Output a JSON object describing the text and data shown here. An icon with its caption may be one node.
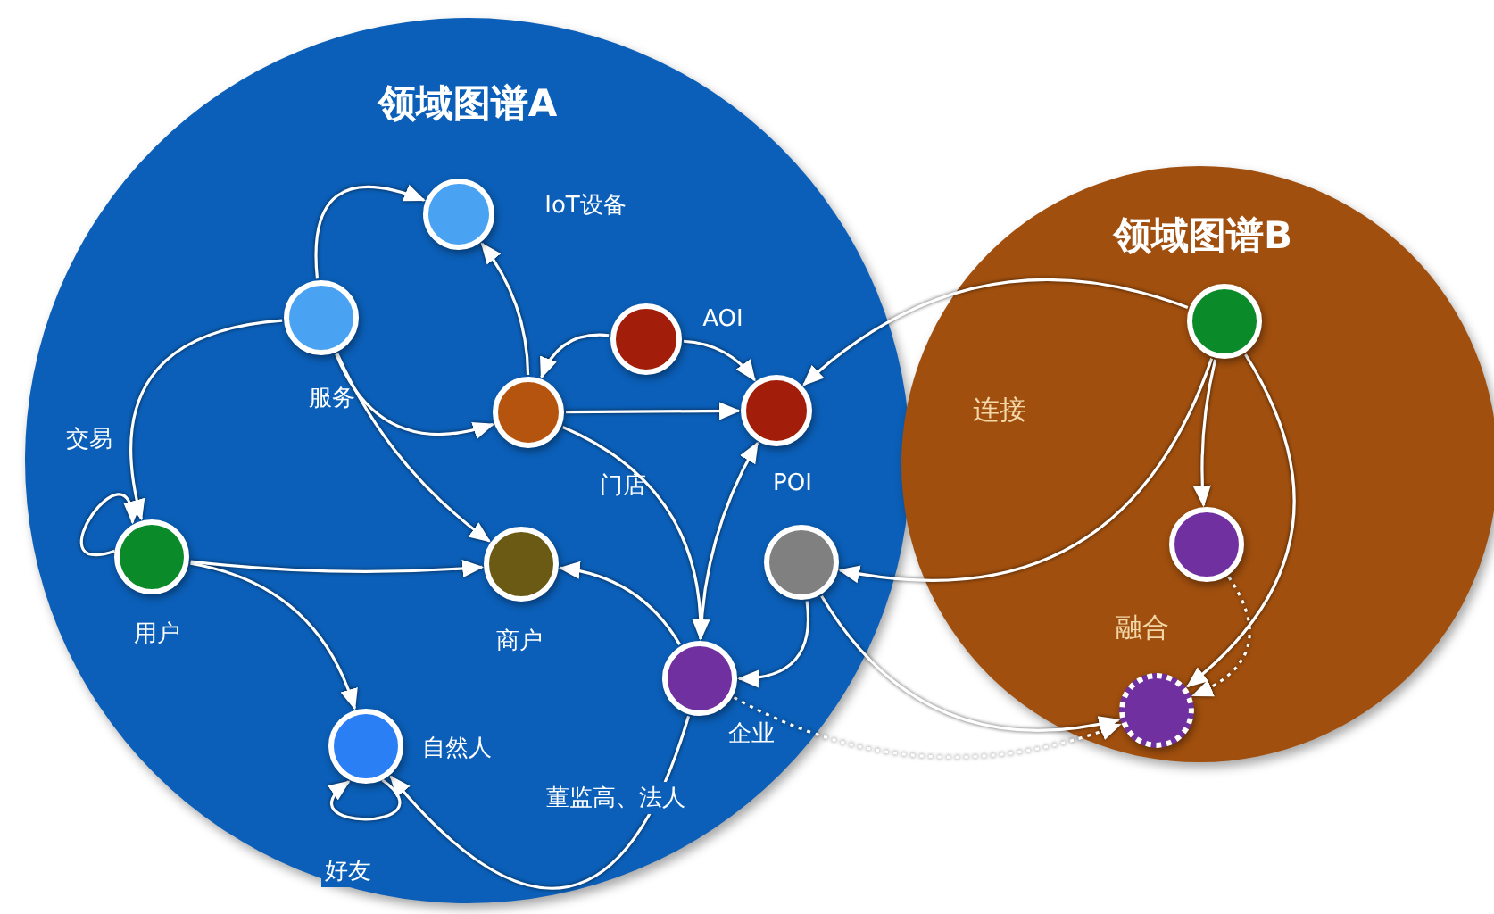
{
  "diagram": {
    "nodes": [
      {
        "text": [
          "领域图谱A"
        ]
      },
      {
        "text": [
          "领域图谱B"
        ]
      },
      {
        "text": [
          "IoT设备"
        ],
        "in": 0
      },
      {
        "text": [
          "服务"
        ],
        "in": 0
      },
      {
        "text": [
          "AOI"
        ],
        "in": 0
      },
      {
        "text": [
          "门店"
        ],
        "in": 0
      },
      {
        "text": [
          "POI"
        ],
        "in": 0
      },
      {
        "text": [
          "用户"
        ],
        "in": 0
      },
      {
        "text": [
          "商户"
        ],
        "in": 0
      },
      {
        "text": [],
        "shape": "circle",
        "in": 0
      },
      {
        "text": [
          "企业"
        ],
        "in": 0
      },
      {
        "text": [
          "自然人"
        ],
        "in": 0
      },
      {
        "text": [],
        "shape": "circle",
        "in": 1
      },
      {
        "text": [],
        "shape": "circle",
        "in": 1
      },
      {
        "text": [],
        "shape": "circle",
        "in": 1
      }
    ],
    "edges": [
      {
        "from": 3,
        "to": 2,
        "arrow": "to"
      },
      {
        "from": 3,
        "to": 7,
        "arrow": "to"
      },
      {
        "from": 3,
        "to": 5,
        "arrow": "to"
      },
      {
        "from": 3,
        "to": 8,
        "arrow": "to"
      },
      {
        "from": 5,
        "to": 2,
        "arrow": "to"
      },
      {
        "from": 4,
        "to": 5,
        "arrow": "to"
      },
      {
        "from": 4,
        "to": 6,
        "arrow": "to"
      },
      {
        "from": 5,
        "to": 6,
        "arrow": "to"
      },
      {
        "from": 5,
        "to": 10,
        "arrow": "to"
      },
      {
        "from": 7,
        "to": 7,
        "label": "交易",
        "arrow": "to"
      },
      {
        "from": 7,
        "to": 8,
        "arrow": "to"
      },
      {
        "from": 7,
        "to": 11,
        "arrow": "to"
      },
      {
        "from": 10,
        "to": 8,
        "arrow": "to"
      },
      {
        "from": 10,
        "to": 6,
        "arrow": "to"
      },
      {
        "from": 10,
        "to": 11,
        "label": "董监高、法人",
        "arrow": "to"
      },
      {
        "from": 11,
        "to": 11,
        "label": "好友",
        "arrow": "to"
      },
      {
        "from": 9,
        "to": 10,
        "arrow": "to"
      },
      {
        "from": 9,
        "to": 14,
        "arrow": "to"
      },
      {
        "from": 12,
        "to": 6,
        "arrow": "to"
      },
      {
        "from": 12,
        "to": 9,
        "arrow": "to"
      },
      {
        "from": 12,
        "to": 13,
        "arrow": "to"
      },
      {
        "from": 12,
        "to": 14,
        "arrow": "to"
      },
      {
        "from": 10,
        "to": 14,
        "arrow": "to",
        "style": "dashed"
      },
      {
        "from": 13,
        "to": 14,
        "arrow": "to",
        "style": "dashed"
      }
    ],
    "labels": [
      "连接",
      "融合"
    ]
  }
}
